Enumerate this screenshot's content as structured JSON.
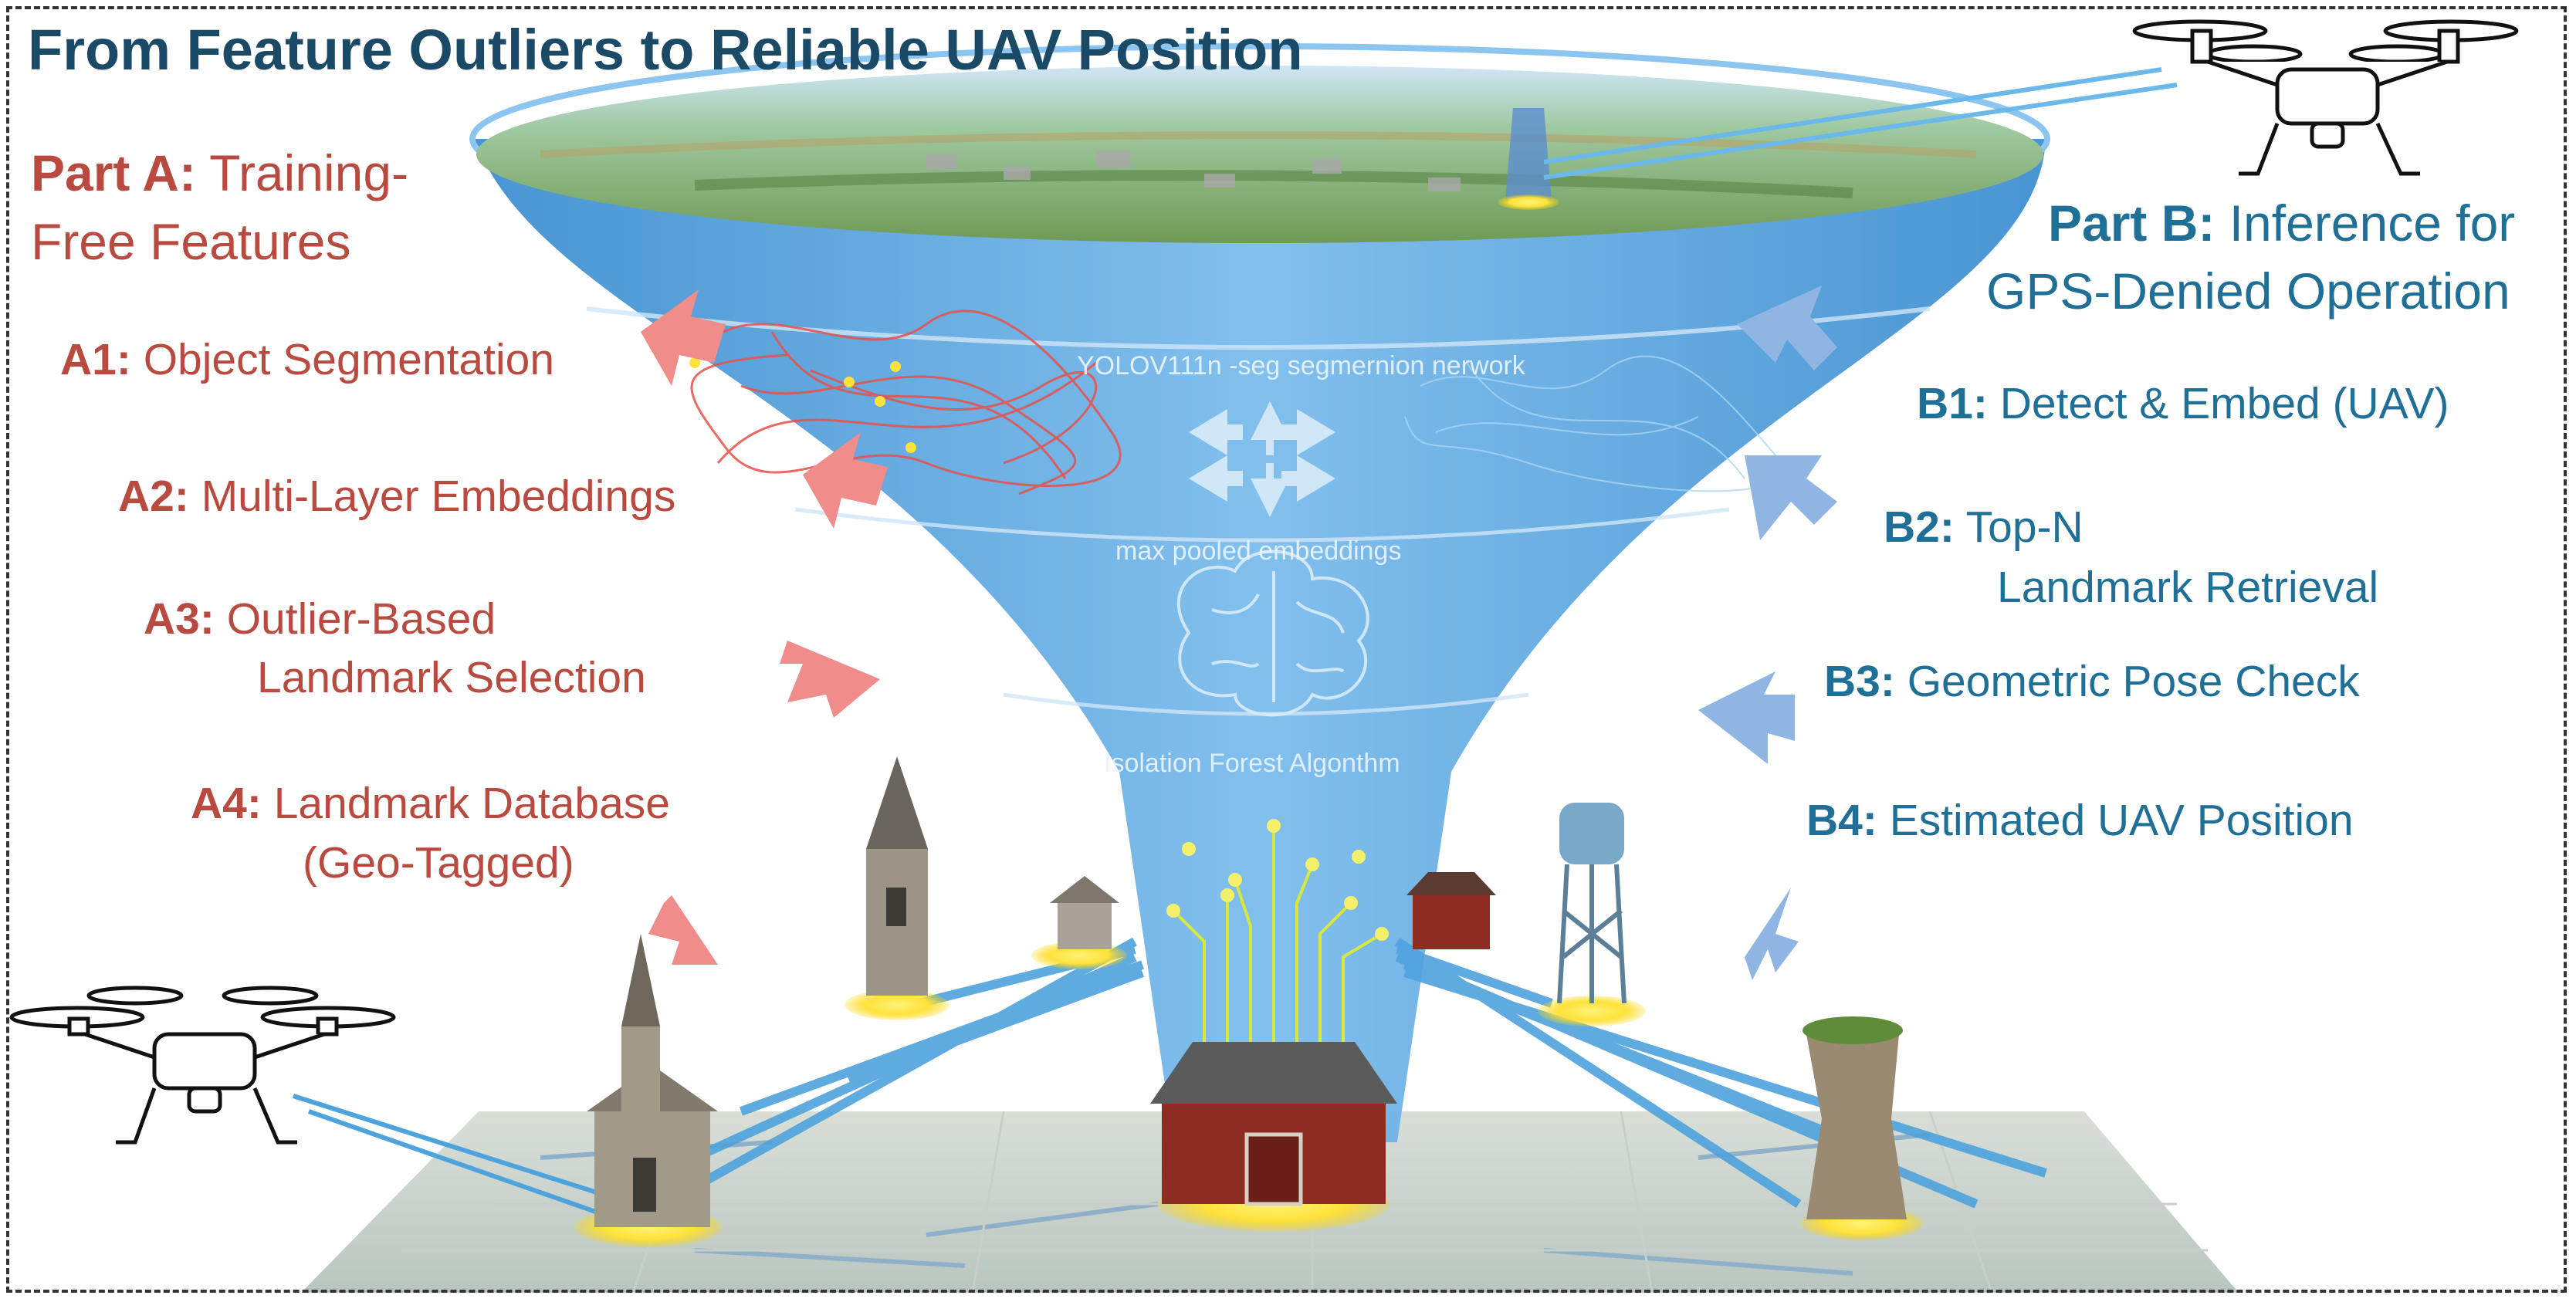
{
  "title": "From Feature Outliers to Reliable UAV Position",
  "part_a": {
    "label": "Part A:",
    "text": "Training-\nFree Features",
    "steps": [
      {
        "id": "A1:",
        "text": "Object Segmentation"
      },
      {
        "id": "A2:",
        "text": "Multi-Layer Embeddings"
      },
      {
        "id": "A3:",
        "text": "Outlier-Based",
        "text2": "Landmark Selection"
      },
      {
        "id": "A4:",
        "text": "Landmark Database",
        "text2": "(Geo-Tagged)"
      }
    ]
  },
  "part_b": {
    "label": "Part B:",
    "text": "Inference for",
    "text2": "GPS-Denied Operation",
    "steps": [
      {
        "id": "B1:",
        "text": "Detect & Embed (UAV)"
      },
      {
        "id": "B2:",
        "text": "Top-N",
        "text2": "Landmark Retrieval"
      },
      {
        "id": "B3:",
        "text": "Geometric Pose Check"
      },
      {
        "id": "B4:",
        "text": "Estimated UAV Position"
      }
    ]
  },
  "funnel_labels": {
    "network": "YOLOV111n -seg segmernion nerwork",
    "embeddings": "max pooled embeddings",
    "algorithm": "Isolation Forest Algonthm"
  },
  "colors": {
    "part_a": "#b94a3f",
    "part_b": "#1f6f96",
    "title": "#1b4a66",
    "funnel": "#4a9fdc",
    "arrow_a": "#f08c8a",
    "arrow_b": "#8fb6e3"
  },
  "icons": [
    "drone-icon",
    "church-icon",
    "barn-icon",
    "water-tower-icon",
    "rock-pillar-icon",
    "brain-icon",
    "circuit-icon",
    "map-icon",
    "landscape-image"
  ]
}
